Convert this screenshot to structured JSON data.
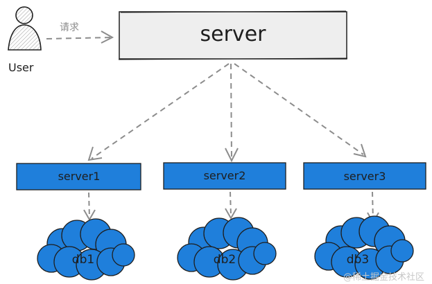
{
  "actor": {
    "label": "User",
    "icon": "user-icon"
  },
  "request_label": "请求",
  "main_server": {
    "label": "server"
  },
  "sub_servers": [
    {
      "label": "server1"
    },
    {
      "label": "server2"
    },
    {
      "label": "server3"
    }
  ],
  "databases": [
    {
      "label": "db1",
      "icon": "cloud-icon"
    },
    {
      "label": "db2",
      "icon": "cloud-icon"
    },
    {
      "label": "db3",
      "icon": "cloud-icon"
    }
  ],
  "watermark": "@稀土掘金技术社区",
  "colors": {
    "server_fill": "#eeeeee",
    "node_fill": "#1f7fdb",
    "cloud_fill": "#1f7fdb",
    "arrow": "#8c8c8c",
    "stroke": "#1e1e1e"
  }
}
